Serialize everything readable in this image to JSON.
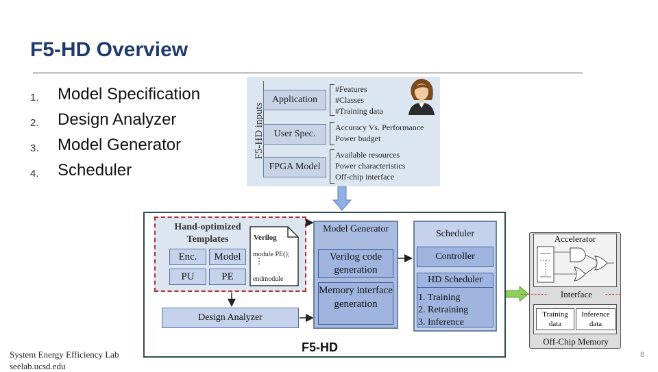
{
  "slide": {
    "title": "F5-HD Overview",
    "list": [
      {
        "num": "1.",
        "text": "Model Specification"
      },
      {
        "num": "2.",
        "text": "Design Analyzer"
      },
      {
        "num": "3.",
        "text": "Model Generator"
      },
      {
        "num": "4.",
        "text": "Scheduler"
      }
    ],
    "page_number": "8"
  },
  "inputs_figure": {
    "side_label": "F5-HD inputs",
    "boxes": [
      "Application",
      "User Spec.",
      "FPGA Model"
    ],
    "application_items": [
      "#Features",
      "#Classes",
      "#Training data"
    ],
    "userspec_items": [
      "Accuracy Vs. Performance",
      "Power budget"
    ],
    "fpga_items": [
      "Available resources",
      "Power characteristics",
      "Off-chip interface"
    ],
    "user_icon": "user-avatar-icon"
  },
  "framework_figure": {
    "templates_title": "Hand-optimized Templates",
    "template_cells": [
      "Enc.",
      "Model",
      "PU",
      "PE"
    ],
    "verilog_doc": {
      "title": "Verilog",
      "line1": "module PE();",
      "line2": "endmodule"
    },
    "design_analyzer": "Design Analyzer",
    "model_generator": {
      "title": "Model Generator",
      "item1": "Verilog code generation",
      "item2": "Memory interface generation"
    },
    "scheduler": {
      "title": "Scheduler",
      "controller": "Controller",
      "hd_scheduler": "HD Scheduler",
      "steps": [
        "1. Training",
        "2. Retraining",
        "3. Inference"
      ]
    },
    "caption": "F5-HD"
  },
  "accelerator_figure": {
    "title": "Accelerator",
    "interface": "Interface",
    "training": "Training data",
    "inference": "Inference data",
    "memory": "Off-Chip Memory"
  },
  "footer": {
    "line1": "System Energy Efficiency Lab",
    "line2": "seelab.ucsd.edu"
  },
  "colors": {
    "title": "#1f3b6e",
    "panel": "#a9bce0",
    "arrow_green": "#8fcf5a",
    "arrow_blue": "#8fb0e0"
  }
}
